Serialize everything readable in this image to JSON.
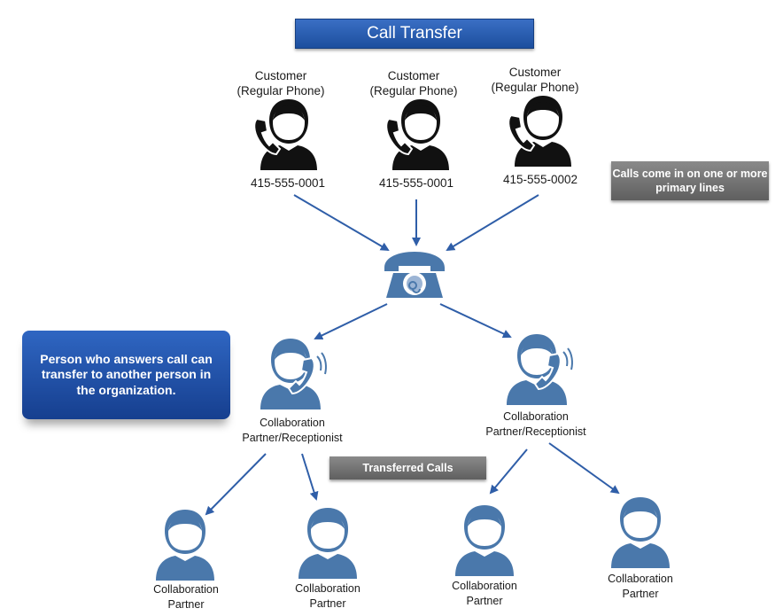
{
  "title": "Call Transfer",
  "customers": [
    {
      "label_line1": "Customer",
      "label_line2": "(Regular Phone)",
      "number": "415-555-0001"
    },
    {
      "label_line1": "Customer",
      "label_line2": "(Regular Phone)",
      "number": "415-555-0001"
    },
    {
      "label_line1": "Customer",
      "label_line2": "(Regular Phone)",
      "number": "415-555-0002"
    }
  ],
  "notes": {
    "primary_lines": "Calls come in on one or more primary lines",
    "answer_transfer": "Person who answers call can transfer to another person in the organization.",
    "transferred": "Transferred Calls"
  },
  "receptionists": [
    {
      "line1": "Collaboration",
      "line2": "Partner/Receptionist"
    },
    {
      "line1": "Collaboration",
      "line2": "Partner/Receptionist"
    }
  ],
  "partners": [
    {
      "line1": "Collaboration",
      "line2": "Partner"
    },
    {
      "line1": "Collaboration",
      "line2": "Partner"
    },
    {
      "line1": "Collaboration",
      "line2": "Partner"
    },
    {
      "line1": "Collaboration",
      "line2": "Partner"
    }
  ],
  "colors": {
    "title_blue": "#2a5db0",
    "person_blue": "#4a78ab",
    "arrow_blue": "#2f5ea8",
    "customer_black": "#111111",
    "note_gray": "#6e6e6e"
  }
}
